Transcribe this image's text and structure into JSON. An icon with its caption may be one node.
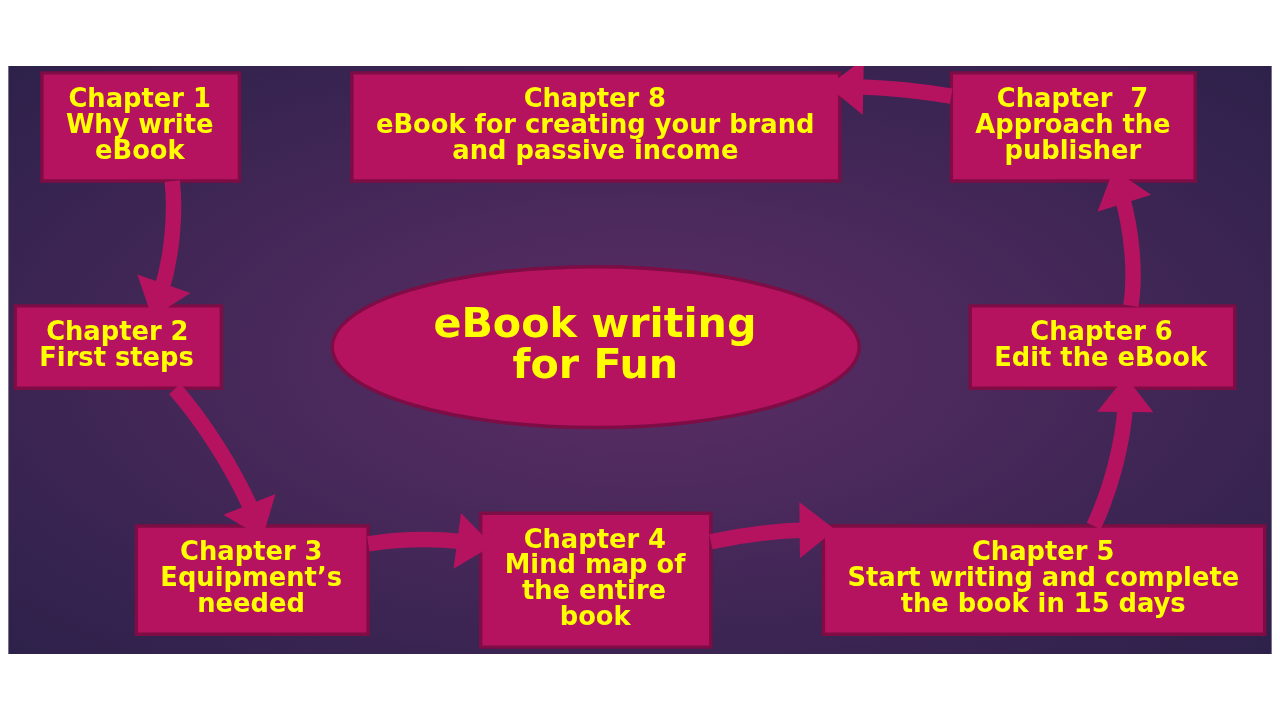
{
  "diagram": {
    "nodes": [
      {
        "text": [
          "Chapter 1",
          "Why write eBook"
        ]
      },
      {
        "text": [
          "Chapter 8",
          "eBook for creating your brand and passive income"
        ]
      },
      {
        "text": [
          "Chapter  7",
          "Approach the publisher"
        ]
      },
      {
        "text": [
          "Chapter 2",
          "First steps"
        ]
      },
      {
        "text": [
          "eBook writing for Fun"
        ]
      },
      {
        "text": [
          "Chapter 6",
          "Edit the eBook"
        ]
      },
      {
        "text": [
          "Chapter 3",
          "Equipment’s needed"
        ]
      },
      {
        "text": [
          "Chapter 4",
          "Mind map of the entire book"
        ]
      },
      {
        "text": [
          "Chapter 5",
          "Start writing and complete the book in 15 days"
        ]
      }
    ],
    "edges": [
      {
        "from": 0,
        "to": 3,
        "arrow": "to"
      },
      {
        "from": 3,
        "to": 6,
        "arrow": "to"
      },
      {
        "from": 6,
        "to": 7,
        "arrow": "to"
      },
      {
        "from": 7,
        "to": 8,
        "arrow": "to"
      },
      {
        "from": 8,
        "to": 5,
        "arrow": "to"
      },
      {
        "from": 5,
        "to": 2,
        "arrow": "to"
      },
      {
        "from": 2,
        "to": 1,
        "arrow": "to"
      }
    ]
  }
}
